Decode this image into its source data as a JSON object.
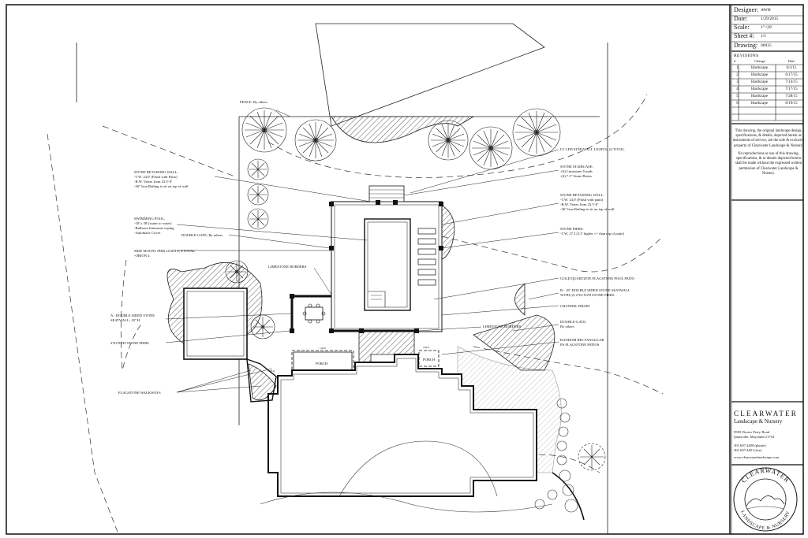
{
  "title_block": {
    "designer_label": "Designer:",
    "designer_value": "AWH",
    "date_label": "Date:",
    "date_value": "1/29/2015",
    "scale_label": "Scale:",
    "scale_value": "1\"=20'",
    "sheet_label": "Sheet #:",
    "sheet_value": "1/1",
    "drawing_label": "Drawing:",
    "drawing_value": "00935",
    "revisions_title": "REVISIONS",
    "rev_col_num": "#",
    "rev_col_change": "Change",
    "rev_col_date": "Date",
    "revisions": [
      {
        "num": "1",
        "change": "Hardscape",
        "date": "6/3/15"
      },
      {
        "num": "2",
        "change": "Hardscape",
        "date": "6/17/15"
      },
      {
        "num": "3",
        "change": "Hardscape",
        "date": "7/14/15"
      },
      {
        "num": "4",
        "change": "Hardscape",
        "date": "7/17/15"
      },
      {
        "num": "5",
        "change": "Hardscape",
        "date": "7/28/15"
      },
      {
        "num": "6",
        "change": "Hardscape",
        "date": "8/19/15"
      }
    ],
    "note_1": "This drawing, the original landscape design, specifications, & details, depicted herein as instruments of service, are the sole & exclusive property of Clearwater Landscape & Nursery.",
    "note_2": "No reproductions or use of this drawing, specifications, & or details depicted herein shall be made without the expressed written permission of Clearwater Landscape & Nursery.",
    "company_name": "CLEARWATER",
    "company_sub": "Landscape & Nursery",
    "address_1": "9585 Doctor Perry Road",
    "address_2": "Ijamsville, Maryland 21754",
    "phone": "301.607.4400 (phone)",
    "fax": "301.607.4401 (fax)",
    "web": "www.clearwaterlandscape.com",
    "seal_top": "CLEARWATER",
    "seal_bottom": "LANDSCAPE & NURSERY"
  },
  "labels": {
    "fence": "FENCE; By others",
    "lv_led": "LV LED STEP/WALL LIGHTS; 24 TOTAL",
    "stone_wall_left_1": "STONE RETAINING WALL:",
    "stone_wall_left_2": "-T.W. 24.0' (Flush with Patio)",
    "stone_wall_left_3": "-B.W. Varies from 23.5'-0'",
    "stone_wall_left_4": "-36\" Iron Railing to sit on top of wall",
    "stone_staircase_1": "STONE STAIRCASE:",
    "stone_staircase_2": "-(4) Limestone Treads",
    "stone_staircase_3": "-(4) 7.5\" Stone Risers",
    "stone_wall_right_1": "STONE RETAINING WALL:",
    "stone_wall_right_2": "-T.W. 24.0' (Flush with patio)",
    "stone_wall_right_3": "-B.W. Varies from 23.5'-0'",
    "stone_wall_right_4": "-36\" Iron Railing to sit on top of wall",
    "pool_1": "SWIMMING POOL:",
    "pool_2": "-18' x 38' (water to water)",
    "pool_3": "-Bullnose limestone coping",
    "pool_4": "-Automatic Cover",
    "double_gate_top": "DOUBLE-GATE; By others",
    "stone_piers_1": "STONE PIERS:",
    "stone_piers_2": "-T.W. 27.5 (3.5' higher +/- than top of patio)",
    "side_mount_1": "SIDE MOUNT PIER LIGHTS; 8 TOTAL",
    "side_mount_2": "-ORION 4",
    "limestone_borders_top": "LIMESTONE BORDERS",
    "gold_quartzite": "GOLD QUARTZITE FLAGSTONE POOL PATIO",
    "seatwall_right_1": "B - 18\" DOUBLE SIDED STONE SEATWALL",
    "seatwall_right_2": "WITH (2) 2'X2'X3'H STONE PIERS",
    "channel_drain": "CHANNEL DRAIN",
    "seatwall_left_1": "A - DOUBLE SIDED STONE",
    "seatwall_left_2": "SEATWALL; 18\" H",
    "limestone_borders_mid": "LIMESTONE BORDERS",
    "double_gate_right_1": "DOUBLE-GATE;",
    "double_gate_right_2": "By others",
    "piers_left": "2'X2'X3'H STONE PIERS",
    "random_rect_1": "RANDOM RECTANGULAR",
    "random_rect_2": "PA FLAGSTONE PATIOS",
    "porch_left": "PORCH",
    "porch_right": "PORCH",
    "flagstone_walkways": "FLAGSTONE WALKWAYS",
    "elev_1": "126.0",
    "elev_2": "126.0",
    "elev_3": "124.0"
  }
}
